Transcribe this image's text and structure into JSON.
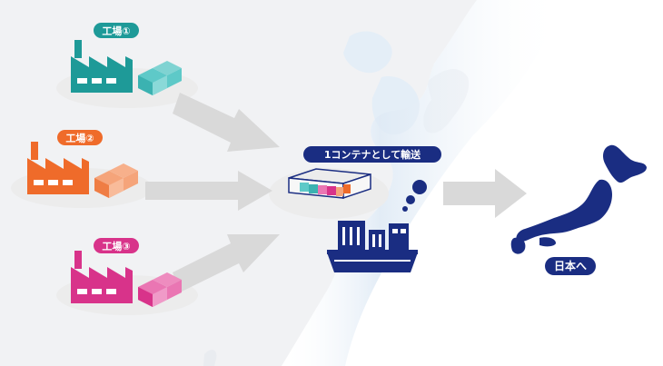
{
  "factories": [
    {
      "label": "工場①",
      "color": "#1e9a98",
      "box_color": "#5ec9c8"
    },
    {
      "label": "工場②",
      "color": "#ef6b2a",
      "box_color": "#f5a47a"
    },
    {
      "label": "工場③",
      "color": "#d8338a",
      "box_color": "#ea76b3"
    }
  ],
  "container_caption": "1コンテナとして輸送",
  "destination_label": "日本へ",
  "colors": {
    "navy": "#1a2d82",
    "arrow": "#d8d8d8",
    "platform": "#ececec",
    "sea": "#e6f0f8",
    "land": "#f2f3f5"
  }
}
